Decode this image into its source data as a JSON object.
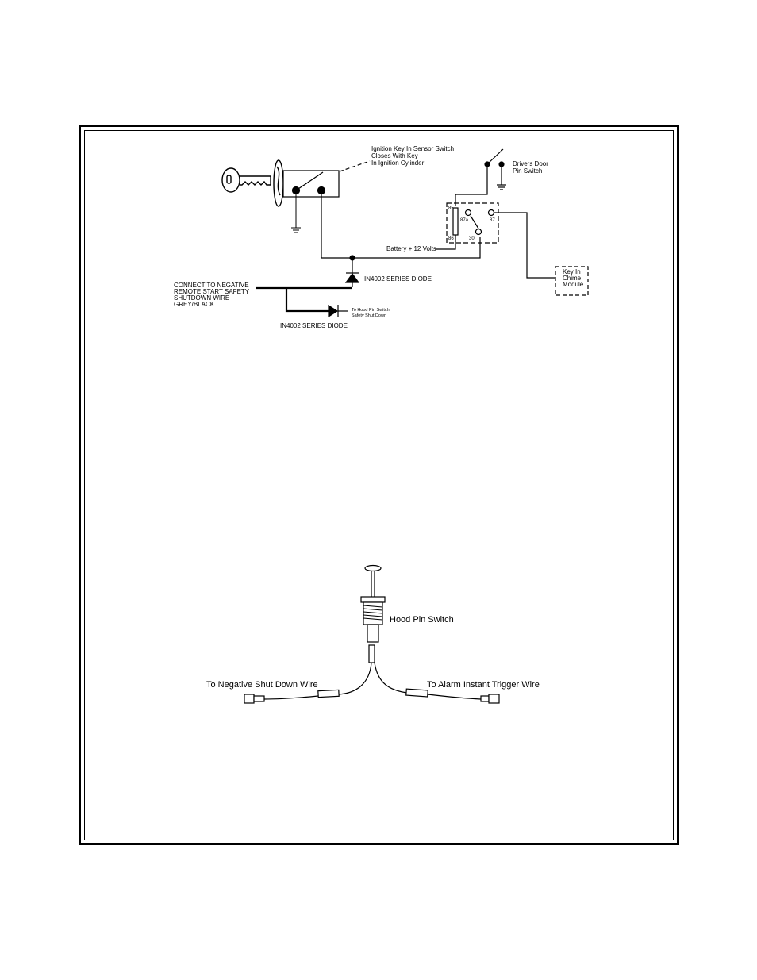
{
  "wiring": {
    "ignition_sensor_label": [
      "Ignition Key In Sensor Switch",
      "Closes With Key",
      "In Ignition Cylinder"
    ],
    "door_switch_label": [
      "Drivers Door",
      "Pin Switch"
    ],
    "relay_pins": {
      "p85": "85",
      "p87a": "87a",
      "p87": "87",
      "p86": "86",
      "p30": "30"
    },
    "battery_label": "Battery + 12 Volts",
    "chime_label": [
      "Key In",
      "Chime",
      "Module"
    ],
    "diode_upper_label": "IN4002 SERIES DIODE",
    "diode_lower_label": "IN4002 SERIES DIODE",
    "connect_label": [
      "CONNECT TO NEGATIVE",
      "REMOTE START SAFETY",
      "SHUTDOWN WIRE",
      "GREY/BLACK"
    ],
    "hood_pin_short_label": [
      "To Hood Pin Switch",
      "Safety Shut Down"
    ]
  },
  "hood_pin": {
    "title": "Hood Pin Switch",
    "left_wire": "To Negative Shut Down Wire",
    "right_wire": "To Alarm Instant Trigger Wire"
  }
}
